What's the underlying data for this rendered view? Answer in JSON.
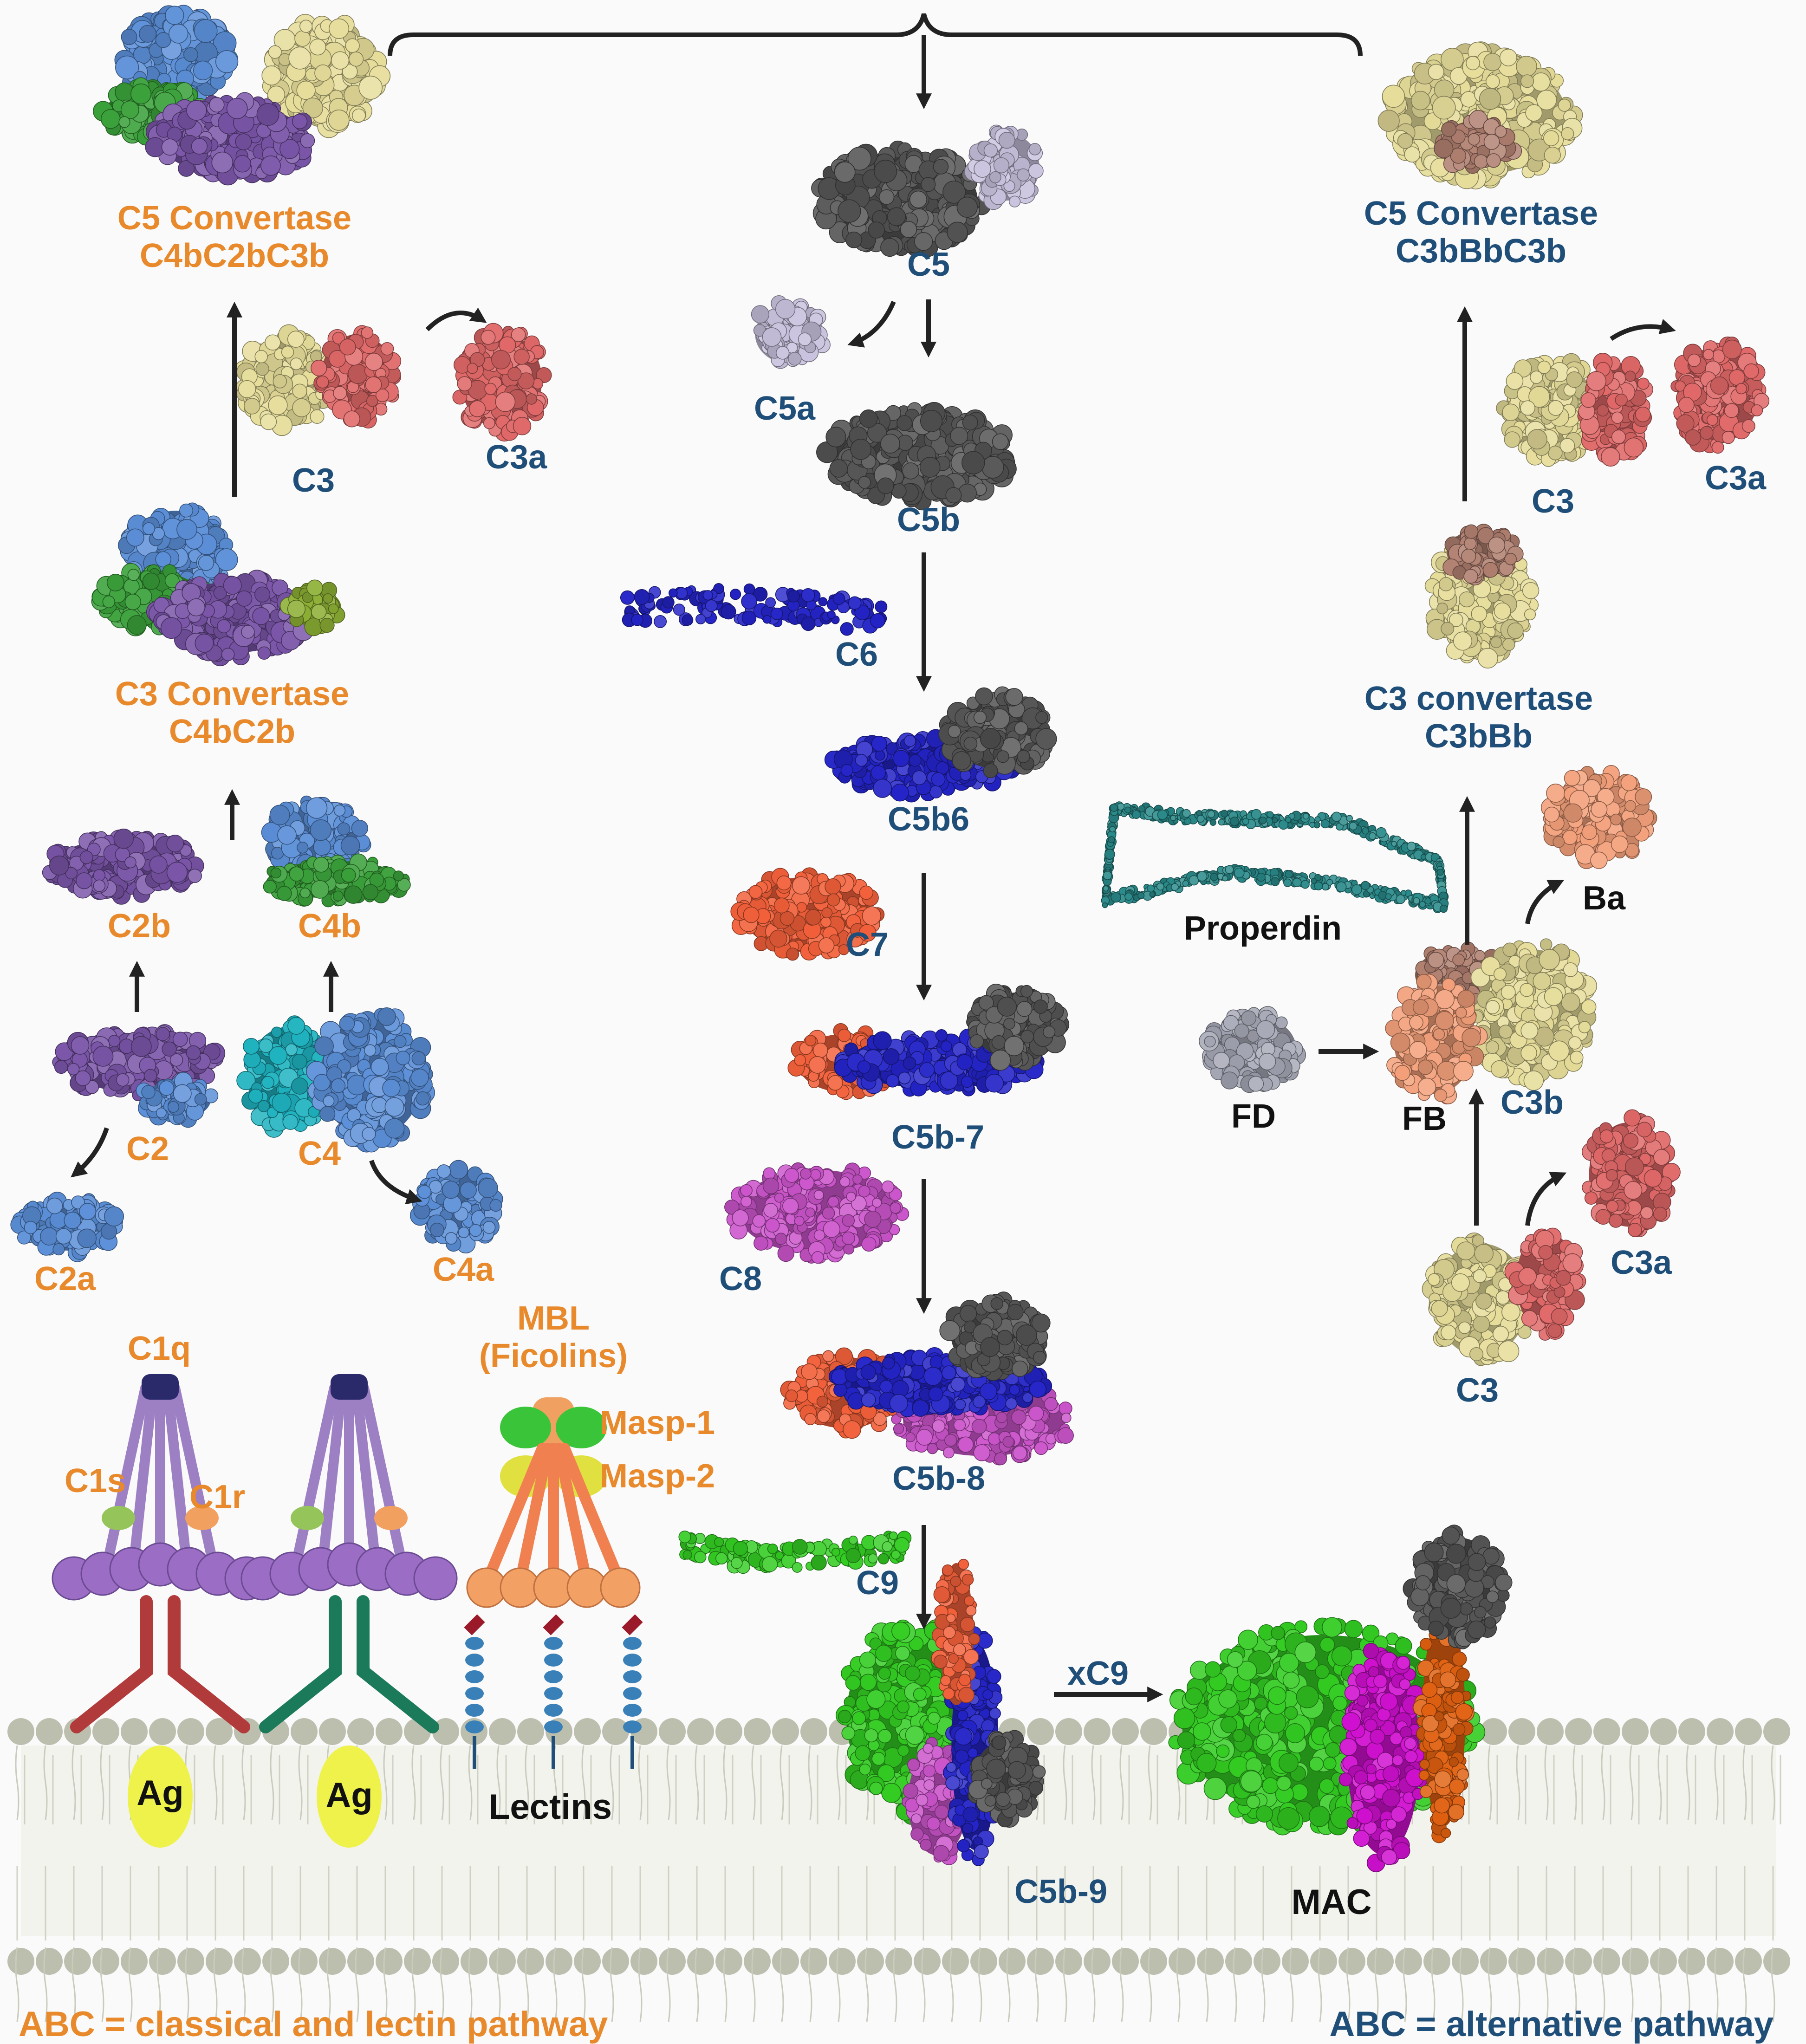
{
  "colors": {
    "classical_text": "#e8892c",
    "alternative_text": "#1f4e79",
    "black_text": "#111111",
    "arrow": "#222222",
    "c4b_blue": "#5b8fd8",
    "c4b_green": "#3aa13a",
    "c2b_purple": "#7a55a8",
    "c3_yellow": "#e6dd9a",
    "c3a_red": "#e06868",
    "c5_gray": "#555555",
    "c5a_lilac": "#c9c2de",
    "c6_blue": "#2424c8",
    "c7_orange": "#f2603a",
    "c8_magenta": "#cc55cc",
    "c9_green": "#33cc22",
    "bb_brown": "#b08070",
    "ba_salmon": "#f3a07a",
    "fd_gray": "#a8aab8",
    "properdin_teal": "#2a8a8a",
    "ag_yellow": "#eef24a",
    "membrane_bead": "#bcbfae"
  },
  "labels": {
    "c5_conv_classical": "C5 Convertase\nC4bC2bC3b",
    "c3_conv_classical": "C3 Convertase\nC4bC2b",
    "c2b": "C2b",
    "c4b": "C4b",
    "c2": "C2",
    "c4": "C4",
    "c2a": "C2a",
    "c4a": "C4a",
    "c3_left": "C3",
    "c3a_left": "C3a",
    "c1q": "C1q",
    "c1s": "C1s",
    "c1r": "C1r",
    "mbl": "MBL\n(Ficolins)",
    "masp1": "Masp-1",
    "masp2": "Masp-2",
    "ag_1": "Ag",
    "ag_2": "Ag",
    "lectins": "Lectins",
    "c5": "C5",
    "c5a": "C5a",
    "c5b": "C5b",
    "c6": "C6",
    "c5b6": "C5b6",
    "c7": "C7",
    "c5b7": "C5b-7",
    "c8": "C8",
    "c5b8": "C5b-8",
    "c9": "C9",
    "c5b9": "C5b-9",
    "xc9": "xC9",
    "mac": "MAC",
    "c5_conv_alt": "C5 Convertase\nC3bBbC3b",
    "c3_alt_top": "C3",
    "c3a_alt_top": "C3a",
    "c3_conv_alt": "C3 convertase\nC3bBb",
    "properdin": "Properdin",
    "ba": "Ba",
    "fd": "FD",
    "fb": "FB",
    "c3b": "C3b",
    "c3a_alt_bottom": "C3a",
    "c3_alt_bottom": "C3",
    "footer_left": "ABC = classical and lectin pathway",
    "footer_right": "ABC = alternative pathway"
  }
}
